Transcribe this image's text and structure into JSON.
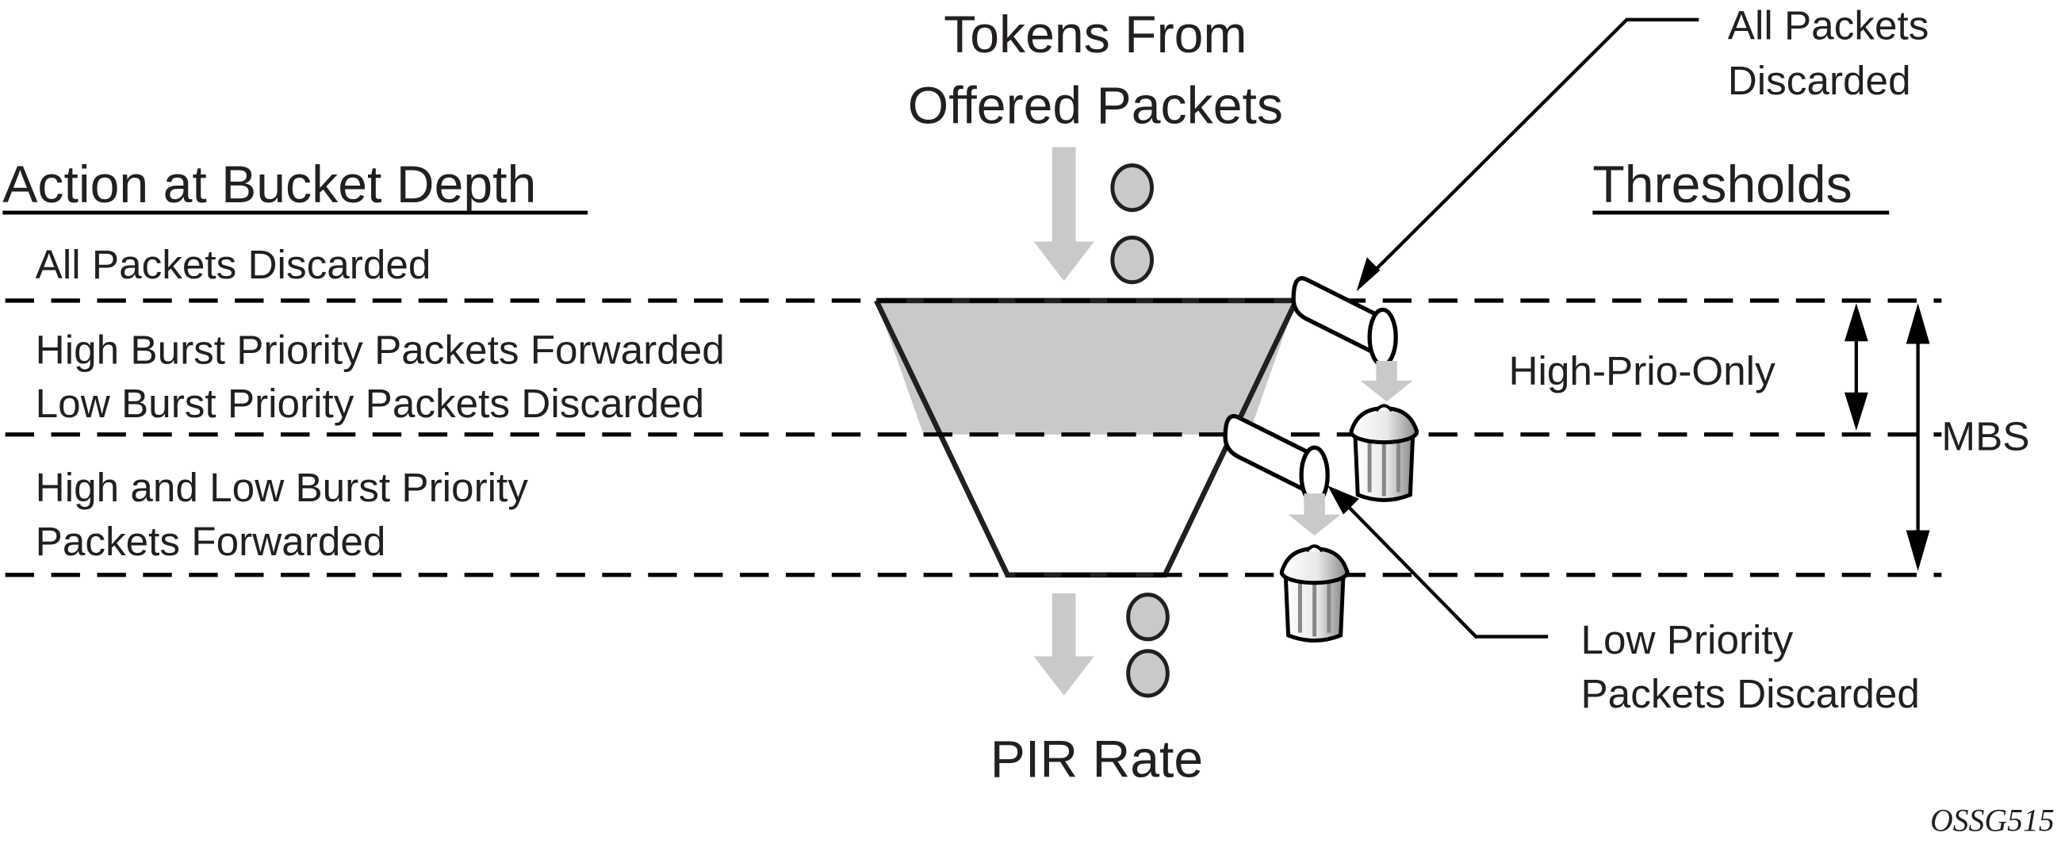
{
  "title_top": [
    "Tokens From",
    "Offered Packets"
  ],
  "title_bottom": "PIR Rate",
  "left_header": "Action at Bucket Depth",
  "right_header": "Thresholds",
  "actions": [
    {
      "lines": [
        "All Packets Discarded"
      ]
    },
    {
      "lines": [
        "High Burst Priority Packets Forwarded",
        "Low Burst Priority Packets Discarded"
      ]
    },
    {
      "lines": [
        "High and Low Burst Priority",
        "Packets Forwarded"
      ]
    }
  ],
  "callouts": {
    "top": [
      "All Packets",
      "Discarded"
    ],
    "bottom": [
      "Low Priority",
      "Packets Discarded"
    ]
  },
  "thresholds": {
    "high_prio_only": "High-Prio-Only",
    "mbs": "MBS"
  },
  "figure_id": "OSSG515",
  "colors": {
    "fill_grey": "#c8c9cb",
    "ink": "#231f20"
  }
}
